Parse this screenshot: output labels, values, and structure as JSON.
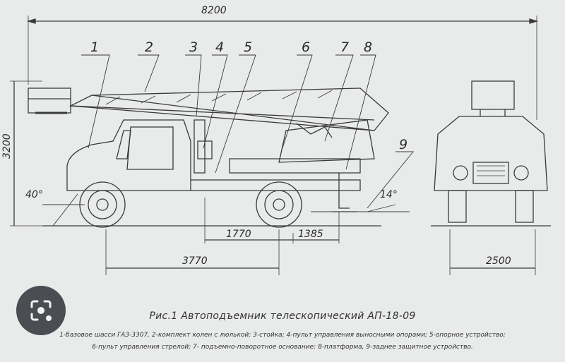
{
  "dimensions": {
    "overall_length": "8200",
    "height": "3200",
    "wheelbase": "3770",
    "rear_a": "1770",
    "rear_b": "1385",
    "width": "2500",
    "angle_front": "40°",
    "angle_rear": "14°"
  },
  "callouts": [
    "1",
    "2",
    "3",
    "4",
    "5",
    "6",
    "7",
    "8",
    "9"
  ],
  "caption": {
    "title": "Рис.1 Автоподъемник телескопический АП-18-09",
    "legend_line1": "1-базовое шасси ГАЗ-3307, 2-комплект колен с люлькой; 3-стойка; 4-пульт управления выносными опорами; 5-опорное устройство;",
    "legend_line2": "6-пульт управления стрелой; 7- подъемно-поворотное основание; 8-платформа, 9-заднее защитное устройство."
  },
  "overlay": {
    "icon": "camera-search-icon"
  }
}
